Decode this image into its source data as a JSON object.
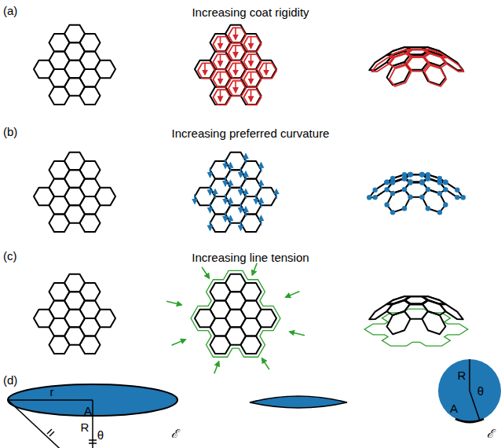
{
  "diagram": {
    "labels": [
      "(a)",
      "Increasing coat rigidity",
      "(b)",
      "Increasing preferred curvature",
      "(c)",
      "Increasing line tension",
      "(d)",
      "r",
      "A",
      "ℰ",
      "θ",
      "R",
      "R",
      "θ",
      "A",
      "ℰ"
    ]
  }
}
